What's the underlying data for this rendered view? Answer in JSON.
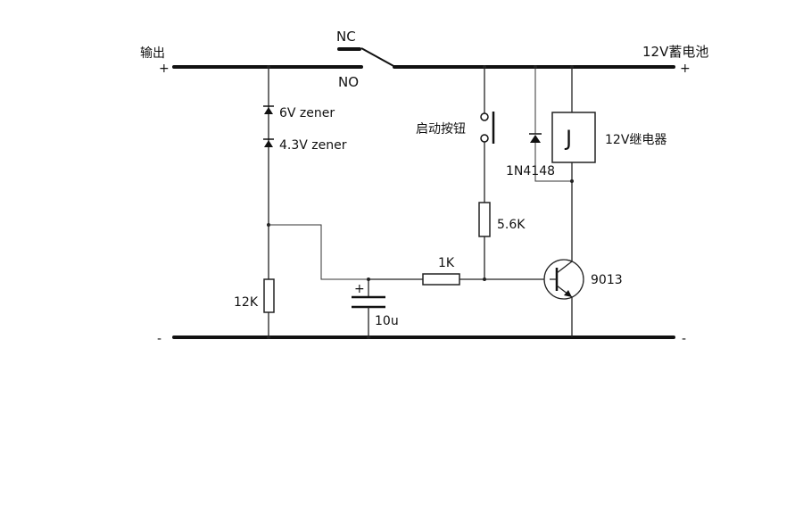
{
  "labels": {
    "output": "输出",
    "output_plus": "+",
    "output_minus": "-",
    "battery": "12V蓄电池",
    "battery_plus": "+",
    "battery_minus": "-",
    "nc": "NC",
    "no": "NO",
    "zener1": "6V zener",
    "zener2": "4.3V zener",
    "start_button": "启动按钮",
    "diode": "1N4148",
    "relay_letter": "J",
    "relay": "12V继电器",
    "r_56k": "5.6K",
    "r_1k": "1K",
    "r_12k": "12K",
    "cap": "10u",
    "cap_plus": "+",
    "transistor": "9013"
  }
}
